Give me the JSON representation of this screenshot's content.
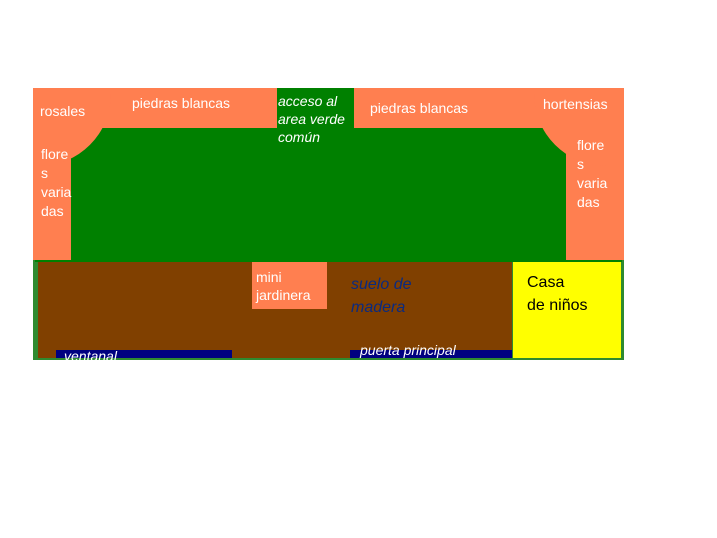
{
  "colors": {
    "background": "#ffffff",
    "border": "#2f8a2f",
    "garden_green": "#008000",
    "planting_orange": "#ff7f50",
    "wood_brown": "#804000",
    "playhouse_yellow": "#ffff00",
    "window_navy": "#000080",
    "text_white": "#ffffff",
    "text_navy": "#0a2a80"
  },
  "labels": {
    "rosales": "rosales",
    "piedras_left": "piedras blancas",
    "acceso": "acceso al\narea verde\ncomún",
    "piedras_right": "piedras blancas",
    "hortensias": "hortensias",
    "flores_left": "flore\ns\nvaria\ndas",
    "flores_right": "flore\ns\nvaria\ndas",
    "mini_jardinera": "mini\njardinera",
    "suelo": "suelo de\nmadera",
    "casa": "Casa\nde niños",
    "ventanal": "ventanal",
    "puerta": "puerta principal"
  }
}
